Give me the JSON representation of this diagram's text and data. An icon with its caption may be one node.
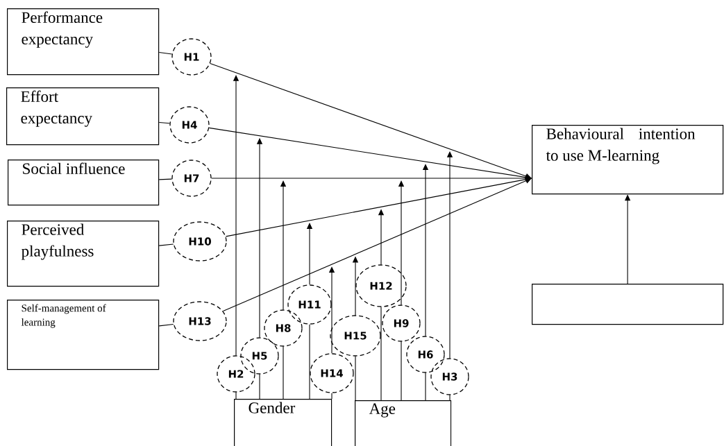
{
  "diagram": {
    "nodes": [
      {
        "text": [
          "Performance expectancy"
        ]
      },
      {
        "text": [
          "H1"
        ]
      },
      {
        "text": [
          "Effort expectancy"
        ]
      },
      {
        "text": [
          "H4"
        ]
      },
      {
        "text": [
          "Social influence"
        ]
      },
      {
        "text": [
          "H7"
        ]
      },
      {
        "text": [
          "Perceived playfulness"
        ]
      },
      {
        "text": [
          "H10"
        ]
      },
      {
        "text": [
          "Self-management of learning"
        ]
      },
      {
        "text": [
          "H13"
        ]
      },
      {
        "text": [
          "Behavioural intention to use M-learning"
        ]
      },
      {
        "text": [],
        "shape": "box"
      },
      {
        "text": [
          "H12"
        ]
      },
      {
        "text": [
          "H11"
        ]
      },
      {
        "text": [
          "H9"
        ]
      },
      {
        "text": [
          "H8"
        ]
      },
      {
        "text": [
          "H15"
        ]
      },
      {
        "text": [
          "H6"
        ]
      },
      {
        "text": [
          "H5"
        ]
      },
      {
        "text": [
          "H2"
        ]
      },
      {
        "text": [
          "H14"
        ]
      },
      {
        "text": [
          "H3"
        ]
      },
      {
        "text": [
          "Gender"
        ]
      },
      {
        "text": [
          "Age"
        ]
      }
    ],
    "edges": [
      {
        "from": 0,
        "to": 1,
        "arrow": "none"
      },
      {
        "from": 2,
        "to": 3,
        "arrow": "none"
      },
      {
        "from": 4,
        "to": 5,
        "arrow": "none"
      },
      {
        "from": 6,
        "to": 7,
        "arrow": "none"
      },
      {
        "from": 8,
        "to": 9,
        "arrow": "none"
      },
      {
        "from": 1,
        "to": 10,
        "arrow": "to"
      },
      {
        "from": 3,
        "to": 10,
        "arrow": "to"
      },
      {
        "from": 5,
        "to": 10,
        "arrow": "to"
      },
      {
        "from": 7,
        "to": 10,
        "arrow": "to"
      },
      {
        "from": 9,
        "to": 10,
        "arrow": "to"
      },
      {
        "from": 11,
        "to": 10,
        "arrow": "to"
      },
      {
        "from": 22,
        "to": 19,
        "arrow": "none"
      },
      {
        "from": 22,
        "to": 18,
        "arrow": "none"
      },
      {
        "from": 22,
        "to": 15,
        "arrow": "none"
      },
      {
        "from": 22,
        "to": 13,
        "arrow": "none"
      },
      {
        "from": 22,
        "to": 20,
        "arrow": "none"
      },
      {
        "from": 23,
        "to": 16,
        "arrow": "none"
      },
      {
        "from": 23,
        "to": 12,
        "arrow": "none"
      },
      {
        "from": 23,
        "to": 14,
        "arrow": "none"
      },
      {
        "from": 23,
        "to": 17,
        "arrow": "none"
      },
      {
        "from": 23,
        "to": 21,
        "arrow": "none"
      },
      {
        "from": 19,
        "to": null,
        "arrow": "to"
      },
      {
        "from": 18,
        "to": null,
        "arrow": "to"
      },
      {
        "from": 15,
        "to": null,
        "arrow": "to"
      },
      {
        "from": 13,
        "to": null,
        "arrow": "to"
      },
      {
        "from": 20,
        "to": null,
        "arrow": "to"
      },
      {
        "from": 16,
        "to": null,
        "arrow": "to"
      },
      {
        "from": 12,
        "to": null,
        "arrow": "to"
      },
      {
        "from": 14,
        "to": null,
        "arrow": "to"
      },
      {
        "from": 17,
        "to": null,
        "arrow": "to"
      },
      {
        "from": 21,
        "to": null,
        "arrow": "to"
      }
    ]
  }
}
